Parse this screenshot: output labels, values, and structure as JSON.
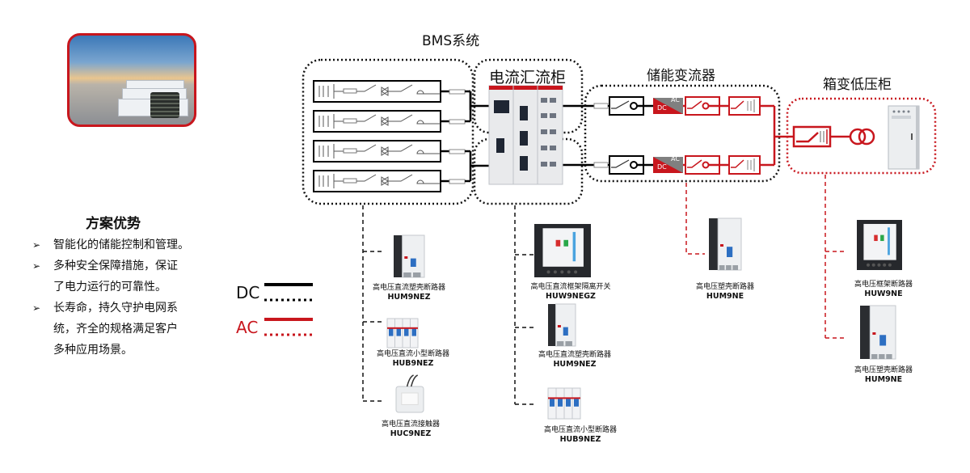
{
  "hero_image": {
    "alt": "储能电站 battery energy storage site"
  },
  "advantages": {
    "title": "方案优势",
    "items": [
      {
        "bullet": "➢",
        "lines": [
          "智能化的储能控制和管理。"
        ]
      },
      {
        "bullet": "➢",
        "lines": [
          "多种安全保障措施，保证",
          "了电力运行的可靠性。"
        ]
      },
      {
        "bullet": "➢",
        "lines": [
          "长寿命，持久守护电网系",
          "统，齐全的规格满足客户",
          "多种应用场景。"
        ]
      }
    ]
  },
  "legend": {
    "dc_label": "DC",
    "ac_label": "AC",
    "dc_color": "#000000",
    "ac_color": "#c8161d"
  },
  "sections": {
    "bms": "BMS系统",
    "combiner": "电流汇流柜",
    "pcs": "储能变流器",
    "box_transformer": "箱变低压柜"
  },
  "converter_label": {
    "dc": "DC",
    "ac": "AC"
  },
  "products": {
    "bms": [
      {
        "name": "高电压直流塑壳断路器",
        "model": "HUM9NEZ"
      },
      {
        "name": "高电压直流小型断路器",
        "model": "HUB9NEZ"
      },
      {
        "name": "高电压直流接触器",
        "model": "HUC9NEZ"
      }
    ],
    "combiner": [
      {
        "name": "高电压直流框架隔离开关",
        "model": "HUW9NEGZ"
      },
      {
        "name": "高电压直流塑壳断路器",
        "model": "HUM9NEZ"
      },
      {
        "name": "高电压直流小型断路器",
        "model": "HUB9NEZ"
      }
    ],
    "pcs": [
      {
        "name": "高电压塑壳断路器",
        "model": "HUM9NE"
      }
    ],
    "box_transformer": [
      {
        "name": "高电压框架断路器",
        "model": "HUW9NE"
      },
      {
        "name": "高电压塑壳断路器",
        "model": "HUM9NE"
      }
    ]
  },
  "colors": {
    "accent_red": "#c8161d",
    "line_black": "#000000",
    "fuse_gray": "#9a9a9a"
  }
}
